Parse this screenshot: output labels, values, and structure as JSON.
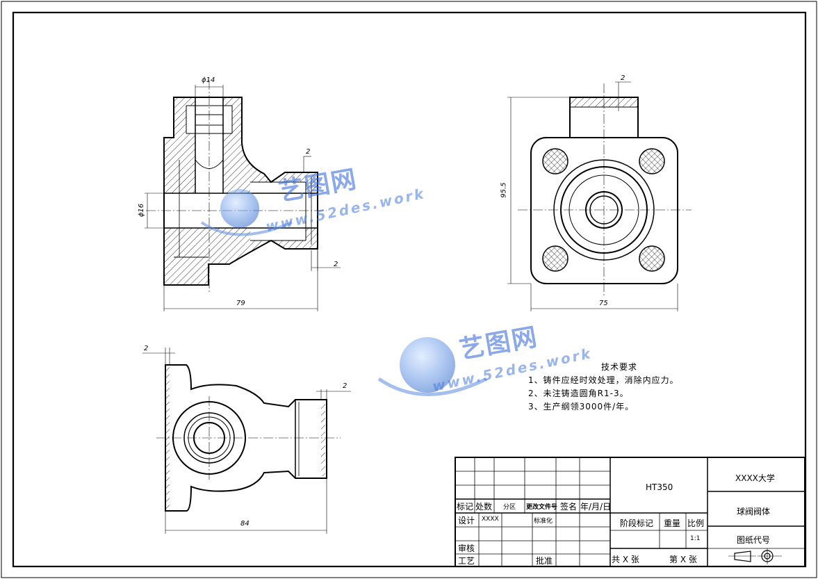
{
  "dimensions": {
    "front_bore_dia": "ϕ14",
    "front_port_dia": "ϕ16",
    "front_chamfer_top": "2",
    "front_chamfer_bottom": "2",
    "front_width": "79",
    "side_chamfer": "2",
    "side_height": "95.5",
    "side_width": "75",
    "top_chamfer_left": "2",
    "top_chamfer_right": "2",
    "top_width": "84"
  },
  "tech_requirements": {
    "title": "技术要求",
    "items": [
      "1、铸件应经时效处理，消除内应力。",
      "2、未注铸造圆角R1-3。",
      "3、生产纲领3000件/年。"
    ]
  },
  "title_block": {
    "material": "HT350",
    "university": "XXXX大学",
    "part_name": "球阀阀体",
    "drawing_no_label": "图纸代号",
    "labels": {
      "mark": "标记",
      "count": "处数",
      "zone": "分区",
      "change_doc": "更改文件号",
      "signature": "签名",
      "date": "年/月/日",
      "design": "设计",
      "designer": "XXXX",
      "standardize": "标准化",
      "stage_mark": "阶段标记",
      "weight": "重量",
      "scale": "比例",
      "scale_value": "1:1",
      "review": "审核",
      "process": "工艺",
      "approve": "批准",
      "total_sheets": "共 X 张",
      "sheet_no": "第 X 张"
    }
  },
  "watermark": {
    "brand": "艺图网",
    "url": "www.52des.work"
  }
}
